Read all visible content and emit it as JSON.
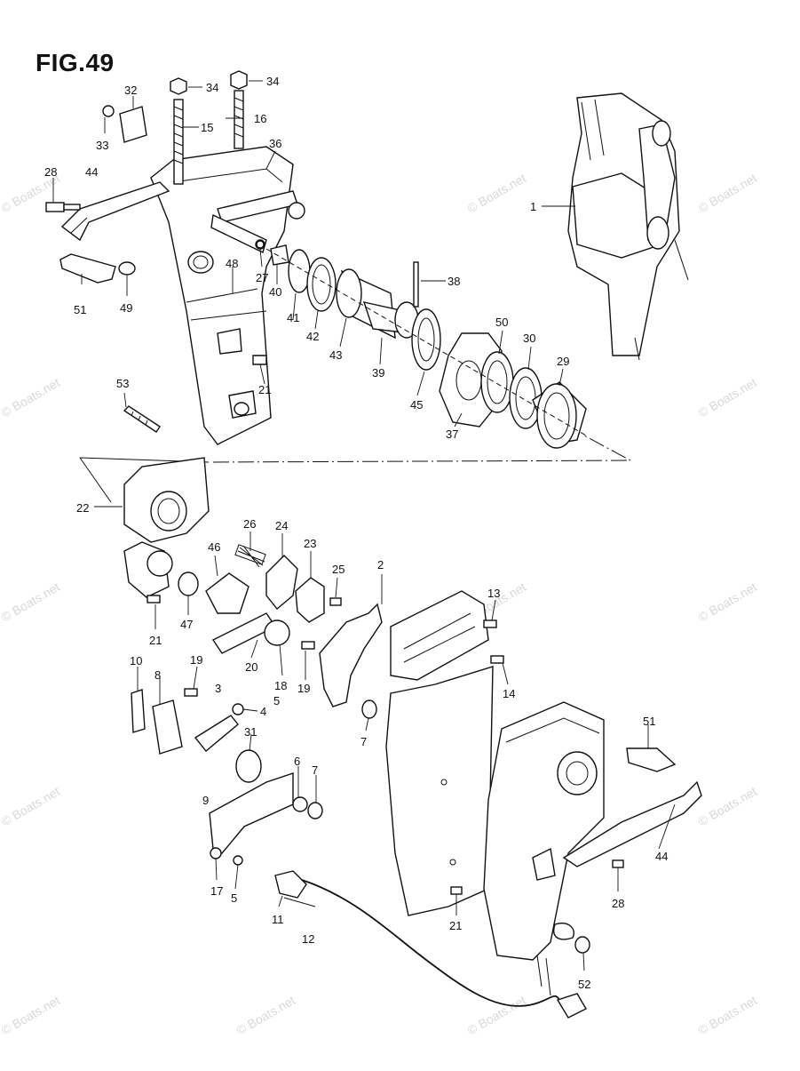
{
  "figure": {
    "title": "FIG.49"
  },
  "watermark": {
    "text": "© Boats.net"
  },
  "callouts": [
    {
      "label": "34"
    },
    {
      "label": "34"
    },
    {
      "label": "32"
    },
    {
      "label": "33"
    },
    {
      "label": "15"
    },
    {
      "label": "16"
    },
    {
      "label": "36"
    },
    {
      "label": "28"
    },
    {
      "label": "44"
    },
    {
      "label": "1"
    },
    {
      "label": "27"
    },
    {
      "label": "48"
    },
    {
      "label": "40"
    },
    {
      "label": "38"
    },
    {
      "label": "51"
    },
    {
      "label": "49"
    },
    {
      "label": "41"
    },
    {
      "label": "42"
    },
    {
      "label": "43"
    },
    {
      "label": "39"
    },
    {
      "label": "50"
    },
    {
      "label": "30"
    },
    {
      "label": "29"
    },
    {
      "label": "21"
    },
    {
      "label": "53"
    },
    {
      "label": "45"
    },
    {
      "label": "37"
    },
    {
      "label": "22"
    },
    {
      "label": "26"
    },
    {
      "label": "24"
    },
    {
      "label": "23"
    },
    {
      "label": "46"
    },
    {
      "label": "25"
    },
    {
      "label": "2"
    },
    {
      "label": "13"
    },
    {
      "label": "21"
    },
    {
      "label": "47"
    },
    {
      "label": "20"
    },
    {
      "label": "18"
    },
    {
      "label": "19"
    },
    {
      "label": "10"
    },
    {
      "label": "8"
    },
    {
      "label": "19"
    },
    {
      "label": "3"
    },
    {
      "label": "4"
    },
    {
      "label": "5"
    },
    {
      "label": "14"
    },
    {
      "label": "7"
    },
    {
      "label": "31"
    },
    {
      "label": "51"
    },
    {
      "label": "6"
    },
    {
      "label": "7"
    },
    {
      "label": "9"
    },
    {
      "label": "44"
    },
    {
      "label": "17"
    },
    {
      "label": "5"
    },
    {
      "label": "28"
    },
    {
      "label": "11"
    },
    {
      "label": "21"
    },
    {
      "label": "12"
    },
    {
      "label": "52"
    }
  ]
}
